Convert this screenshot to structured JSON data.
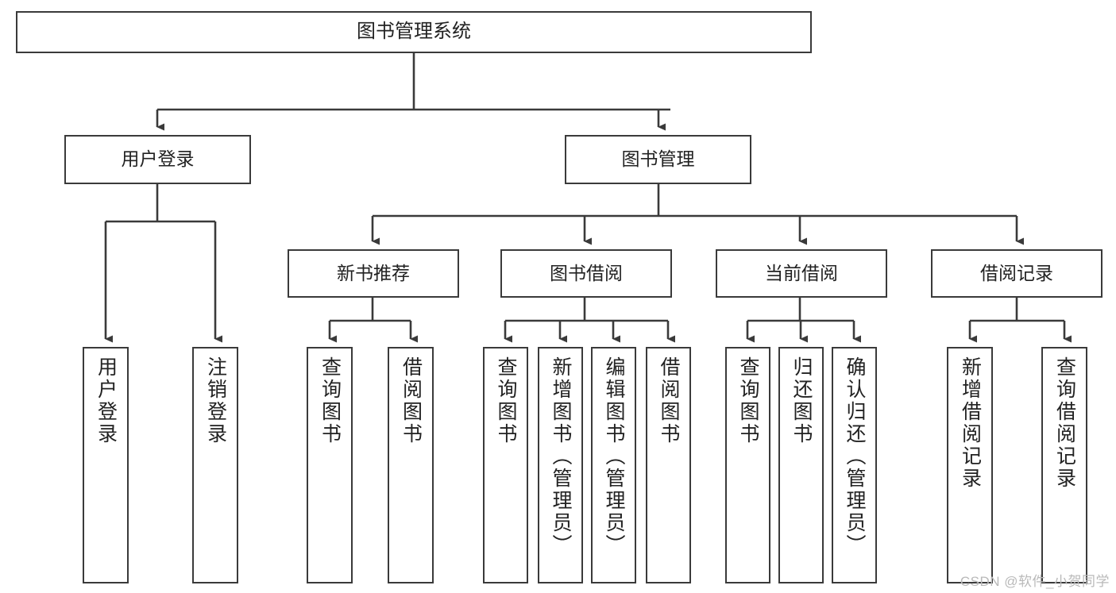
{
  "diagram": {
    "type": "hierarchy-tree",
    "title": "图书管理系统",
    "levels": 4,
    "colors": {
      "box_border": "#3a3a3a",
      "box_fill": "#ffffff",
      "connector": "#3a3a3a",
      "text": "#222222",
      "watermark": "#b9b9b9"
    },
    "nodes": {
      "root": {
        "label": "图书管理系统",
        "orientation": "horizontal"
      },
      "level2": [
        {
          "id": "user-login",
          "label": "用户登录",
          "orientation": "horizontal"
        },
        {
          "id": "book-management",
          "label": "图书管理",
          "orientation": "horizontal"
        }
      ],
      "level3": [
        {
          "id": "new-book-recommend",
          "label": "新书推荐",
          "orientation": "horizontal"
        },
        {
          "id": "book-borrow",
          "label": "图书借阅",
          "orientation": "horizontal"
        },
        {
          "id": "current-borrow",
          "label": "当前借阅",
          "orientation": "horizontal"
        },
        {
          "id": "borrow-record",
          "label": "借阅记录",
          "orientation": "horizontal"
        }
      ],
      "leaves": {
        "user-login": [
          {
            "id": "leaf-user-login",
            "label": "用户登录",
            "orientation": "vertical"
          },
          {
            "id": "leaf-logout-login",
            "label": "注销登录",
            "orientation": "vertical"
          }
        ],
        "new-book-recommend": [
          {
            "id": "leaf-query-books-1",
            "label": "查询图书",
            "orientation": "vertical"
          },
          {
            "id": "leaf-borrow-books-1",
            "label": "借阅图书",
            "orientation": "vertical"
          }
        ],
        "book-borrow": [
          {
            "id": "leaf-query-books-2",
            "label": "查询图书",
            "orientation": "vertical"
          },
          {
            "id": "leaf-add-book",
            "label": "新增图书（管理员）",
            "orientation": "vertical"
          },
          {
            "id": "leaf-edit-book",
            "label": "编辑图书（管理员）",
            "orientation": "vertical"
          },
          {
            "id": "leaf-borrow-books-2",
            "label": "借阅图书",
            "orientation": "vertical"
          }
        ],
        "current-borrow": [
          {
            "id": "leaf-query-books-3",
            "label": "查询图书",
            "orientation": "vertical"
          },
          {
            "id": "leaf-return-book",
            "label": "归还图书",
            "orientation": "vertical"
          },
          {
            "id": "leaf-confirm-return",
            "label": "确认归还（管理员）",
            "orientation": "vertical"
          }
        ],
        "borrow-record": [
          {
            "id": "leaf-add-record",
            "label": "新增借阅记录",
            "orientation": "vertical"
          },
          {
            "id": "leaf-query-record",
            "label": "查询借阅记录",
            "orientation": "vertical"
          }
        ]
      }
    }
  },
  "watermark": {
    "text": "CSDN @软件_小贺同学"
  }
}
